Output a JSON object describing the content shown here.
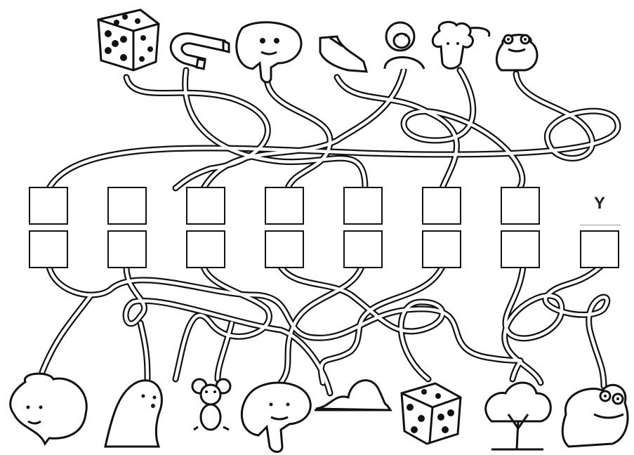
{
  "puzzle": {
    "column_label": "Y",
    "line_color": "#111111",
    "background": "#ffffff"
  },
  "top_row_pictures": [
    "dice-icon",
    "horseshoe-magnet-icon",
    "elephant-icon",
    "shoe-icon",
    "monkey-icon",
    "sheep-icon",
    "frog-icon"
  ],
  "bottom_row_pictures": [
    "sheep-icon",
    "seal-icon",
    "mouse-icon",
    "elephant-icon",
    "cloud-icon",
    "dice-icon",
    "tree-icon",
    "frog-icon"
  ],
  "answer_boxes": {
    "top_count": 7,
    "bottom_count": 8
  }
}
